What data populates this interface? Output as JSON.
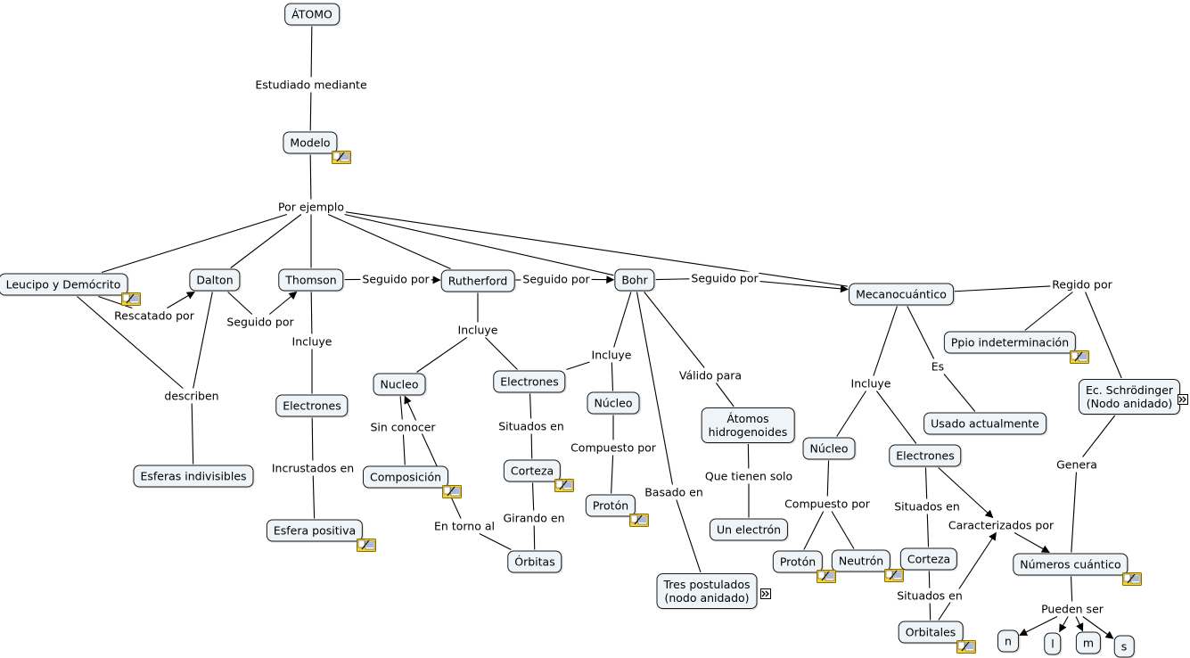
{
  "nodes": [
    {
      "id": "atomo",
      "label": "ÁTOMO"
    },
    {
      "id": "modelo",
      "label": "Modelo"
    },
    {
      "id": "leucipo",
      "label": "Leucipo y Demócrito"
    },
    {
      "id": "dalton",
      "label": "Dalton"
    },
    {
      "id": "thomson",
      "label": "Thomson"
    },
    {
      "id": "rutherford",
      "label": "Rutherford"
    },
    {
      "id": "bohr",
      "label": "Bohr"
    },
    {
      "id": "mecano",
      "label": "Mecanocuántico"
    },
    {
      "id": "esferas",
      "label": "Esferas indivisibles"
    },
    {
      "id": "electrones_t",
      "label": "Electrones"
    },
    {
      "id": "esfera_pos",
      "label": "Esfera positiva"
    },
    {
      "id": "nucleo_r",
      "label": "Nucleo"
    },
    {
      "id": "composicion",
      "label": "Composición"
    },
    {
      "id": "electrones_r",
      "label": "Electrones"
    },
    {
      "id": "corteza_r",
      "label": "Corteza"
    },
    {
      "id": "orbitas",
      "label": "Órbitas"
    },
    {
      "id": "nucleo_b",
      "label": "Núcleo"
    },
    {
      "id": "proton_b",
      "label": "Protón"
    },
    {
      "id": "tres_post",
      "label": "Tres postulados\n(nodo anidado)"
    },
    {
      "id": "atomos_h",
      "label": "Átomos\nhidrogenoides"
    },
    {
      "id": "un_electron",
      "label": "Un electrón"
    },
    {
      "id": "ppio",
      "label": "Ppio indeterminación"
    },
    {
      "id": "usado",
      "label": "Usado actualmente"
    },
    {
      "id": "ec_schr",
      "label": "Ec. Schrödinger\n(Nodo anidado)"
    },
    {
      "id": "nucleo_m",
      "label": "Núcleo"
    },
    {
      "id": "electrones_m",
      "label": "Electrones"
    },
    {
      "id": "proton_m",
      "label": "Protón"
    },
    {
      "id": "neutron",
      "label": "Neutrón"
    },
    {
      "id": "corteza_m",
      "label": "Corteza"
    },
    {
      "id": "orbitales",
      "label": "Orbitales"
    },
    {
      "id": "numeros",
      "label": "Números cuántico"
    },
    {
      "id": "n",
      "label": "n"
    },
    {
      "id": "l",
      "label": "l"
    },
    {
      "id": "m",
      "label": "m"
    },
    {
      "id": "s",
      "label": "s"
    }
  ],
  "linking_phrases": [
    {
      "id": "estudiado",
      "label": "Estudiado mediante"
    },
    {
      "id": "por_ejemplo",
      "label": "Por ejemplo"
    },
    {
      "id": "rescatado",
      "label": "Rescatado por"
    },
    {
      "id": "seguido1",
      "label": "Seguido por"
    },
    {
      "id": "seguido2",
      "label": "Seguido por"
    },
    {
      "id": "seguido3",
      "label": "Seguido por"
    },
    {
      "id": "seguido4",
      "label": "Seguido por"
    },
    {
      "id": "describen",
      "label": "describen"
    },
    {
      "id": "incluye_t",
      "label": "Incluye"
    },
    {
      "id": "incrustados",
      "label": "Incrustados en"
    },
    {
      "id": "incluye_r",
      "label": "Incluye"
    },
    {
      "id": "sin_conocer",
      "label": "Sin conocer"
    },
    {
      "id": "situados_r",
      "label": "Situados en"
    },
    {
      "id": "girando",
      "label": "Girando en"
    },
    {
      "id": "en_torno",
      "label": "En torno al"
    },
    {
      "id": "incluye_b",
      "label": "Incluye"
    },
    {
      "id": "compuesto_b",
      "label": "Compuesto por"
    },
    {
      "id": "basado",
      "label": "Basado en"
    },
    {
      "id": "valido",
      "label": "Válido para"
    },
    {
      "id": "que_tienen",
      "label": "Que tienen solo"
    },
    {
      "id": "regido",
      "label": "Regido por"
    },
    {
      "id": "es",
      "label": "Es"
    },
    {
      "id": "incluye_m",
      "label": "Incluye"
    },
    {
      "id": "compuesto_m",
      "label": "Compuesto por"
    },
    {
      "id": "situados_m1",
      "label": "Situados en"
    },
    {
      "id": "situados_m2",
      "label": "Situados en"
    },
    {
      "id": "caracterizados",
      "label": "Caracterizados por"
    },
    {
      "id": "genera",
      "label": "Genera"
    },
    {
      "id": "pueden_ser",
      "label": "Pueden ser"
    }
  ],
  "resource_icons": [
    "modelo",
    "leucipo",
    "esfera_pos",
    "composicion",
    "corteza_r",
    "proton_b",
    "ppio",
    "proton_m",
    "neutron",
    "orbitales",
    "numeros"
  ],
  "nested_node_icons": [
    "tres_post",
    "ec_schr"
  ],
  "colors": {
    "node_bg": "#eef4f7",
    "node_border": "#1a1a1a",
    "line": "#000000",
    "icon_yellow": "#f7d33a"
  }
}
